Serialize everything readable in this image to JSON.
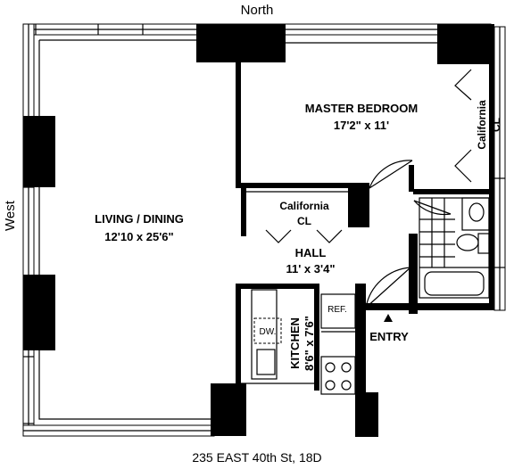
{
  "compass": {
    "north": "North",
    "west": "West"
  },
  "address": "235 EAST 40th St, 18D",
  "rooms": {
    "master_bedroom": {
      "name": "MASTER BEDROOM",
      "dims": "17'2\" x 11'"
    },
    "living_dining": {
      "name": "LIVING / DINING",
      "dims": "12'10 x 25'6\""
    },
    "hall": {
      "name": "HALL",
      "dims": "11' x 3'4\""
    },
    "kitchen": {
      "name": "KITCHEN",
      "dims": "8'6\" x 7'6\""
    }
  },
  "closets": {
    "bedroom_closet": {
      "line1": "California",
      "line2": "CL"
    },
    "hall_closet": {
      "line1": "California",
      "line2": "CL"
    }
  },
  "appliances": {
    "dishwasher": "DW.",
    "refrigerator": "REF."
  },
  "entry": {
    "label": "ENTRY",
    "marker_icon": "triangle-up-icon"
  }
}
